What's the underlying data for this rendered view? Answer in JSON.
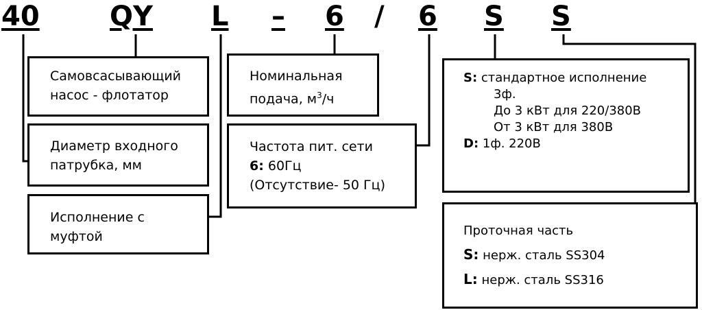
{
  "code": {
    "parts": [
      "40",
      "QY",
      "L",
      "–",
      "6",
      "/",
      "6",
      "S",
      "S"
    ]
  },
  "boxes": {
    "self_priming": [
      "Самовсасывающий",
      "насос - флотатор"
    ],
    "inlet_diameter": [
      "Диаметр входного",
      "патрубка, мм"
    ],
    "coupling": [
      "Исполнение с",
      "муфтой"
    ],
    "flow": {
      "line1": "Номинальная",
      "line2_prefix": "подача, м",
      "line2_sup": "3",
      "line2_suffix": "/ч"
    },
    "frequency": {
      "line1": "Частота пит. сети",
      "line2_key": "6:",
      "line2_val": " 60Гц",
      "line3": "(Отсутствие- 50 Гц)"
    },
    "version": {
      "s_key": "S:",
      "s_val": " стандартное исполнение",
      "s_lines": [
        "3ф.",
        "До 3 кВт для 220/380В",
        "От 3 кВт для 380В"
      ],
      "d_key": "D:",
      "d_val": " 1ф. 220В"
    },
    "flow_part": {
      "title": "Проточная часть",
      "s_key": "S:",
      "s_val": " нерж. сталь SS304",
      "l_key": "L:",
      "l_val": " нерж. сталь SS316"
    }
  }
}
